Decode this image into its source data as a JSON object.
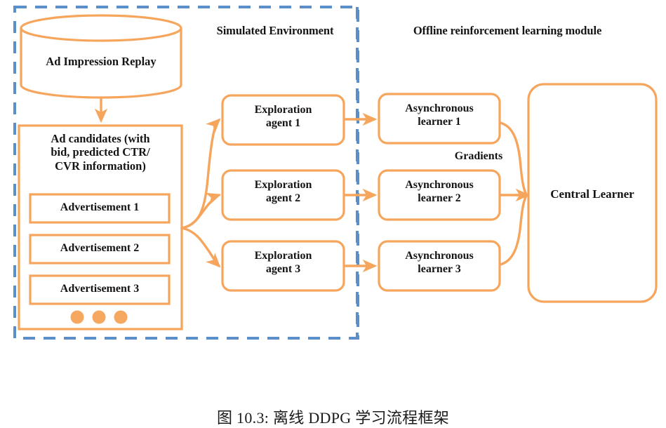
{
  "figure": {
    "caption": "图 10.3: 离线 DDPG 学习流程框架"
  },
  "sections": [
    {
      "id": "simulated-environment",
      "title": "Simulated Environment"
    },
    {
      "id": "offline-rl-module",
      "title": "Offline reinforcement learning module"
    }
  ],
  "nodes": {
    "replay_store": {
      "label": "Ad Impression Replay",
      "shape": "cylinder"
    },
    "ad_candidates": {
      "label": "Ad candidates (with\nbid, predicted CTR/\nCVR information)",
      "shape": "rect"
    },
    "central_learner": {
      "label": "Central Learner",
      "shape": "rounded-rect"
    }
  },
  "ad_items": [
    {
      "label": "Advertisement 1"
    },
    {
      "label": "Advertisement 2"
    },
    {
      "label": "Advertisement 3"
    }
  ],
  "ad_more_indicator": "• • •",
  "exploration_agents": [
    {
      "label": "Exploration\nagent 1"
    },
    {
      "label": "Exploration\nagent 2"
    },
    {
      "label": "Exploration\nagent 3"
    }
  ],
  "async_learners": [
    {
      "label": "Asynchronous\nlearner 1"
    },
    {
      "label": "Asynchronous\nlearner 2"
    },
    {
      "label": "Asynchronous\nlearner 3"
    }
  ],
  "edge_labels": {
    "gradients": "Gradients"
  },
  "colors": {
    "accent_orange": "#F3A košík",
    "orange": "#F4A460",
    "orange_stroke": "#F5A55C",
    "dashed_blue": "#5B8FC9",
    "text": "#141414",
    "background": "#FFFFFF"
  }
}
